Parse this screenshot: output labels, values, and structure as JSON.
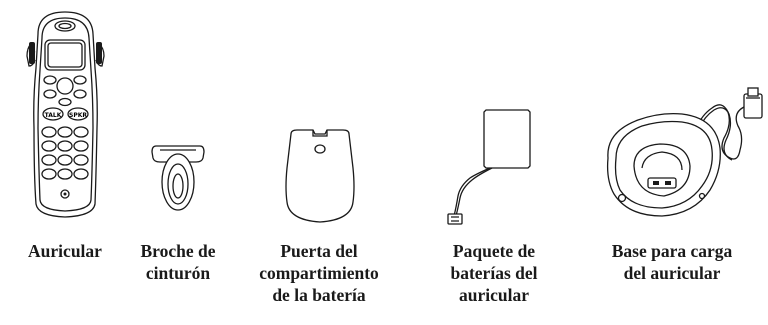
{
  "items": [
    {
      "id": "handset",
      "illustration": "cordless-handset-icon",
      "caption_lines": [
        "Auricular"
      ]
    },
    {
      "id": "belt_clip",
      "illustration": "belt-clip-icon",
      "caption_lines": [
        "Broche de",
        "cinturón"
      ]
    },
    {
      "id": "battery_door",
      "illustration": "battery-door-icon",
      "caption_lines": [
        "Puerta del",
        "compartimiento",
        "de la batería"
      ]
    },
    {
      "id": "battery_pack",
      "illustration": "battery-pack-icon",
      "caption_lines": [
        "Paquete de",
        "baterías del",
        "auricular"
      ]
    },
    {
      "id": "charging_base",
      "illustration": "charging-base-icon",
      "caption_lines": [
        "Base para carga",
        "del auricular"
      ]
    }
  ],
  "keypad_labels": [
    "TALK",
    "SPKR"
  ]
}
